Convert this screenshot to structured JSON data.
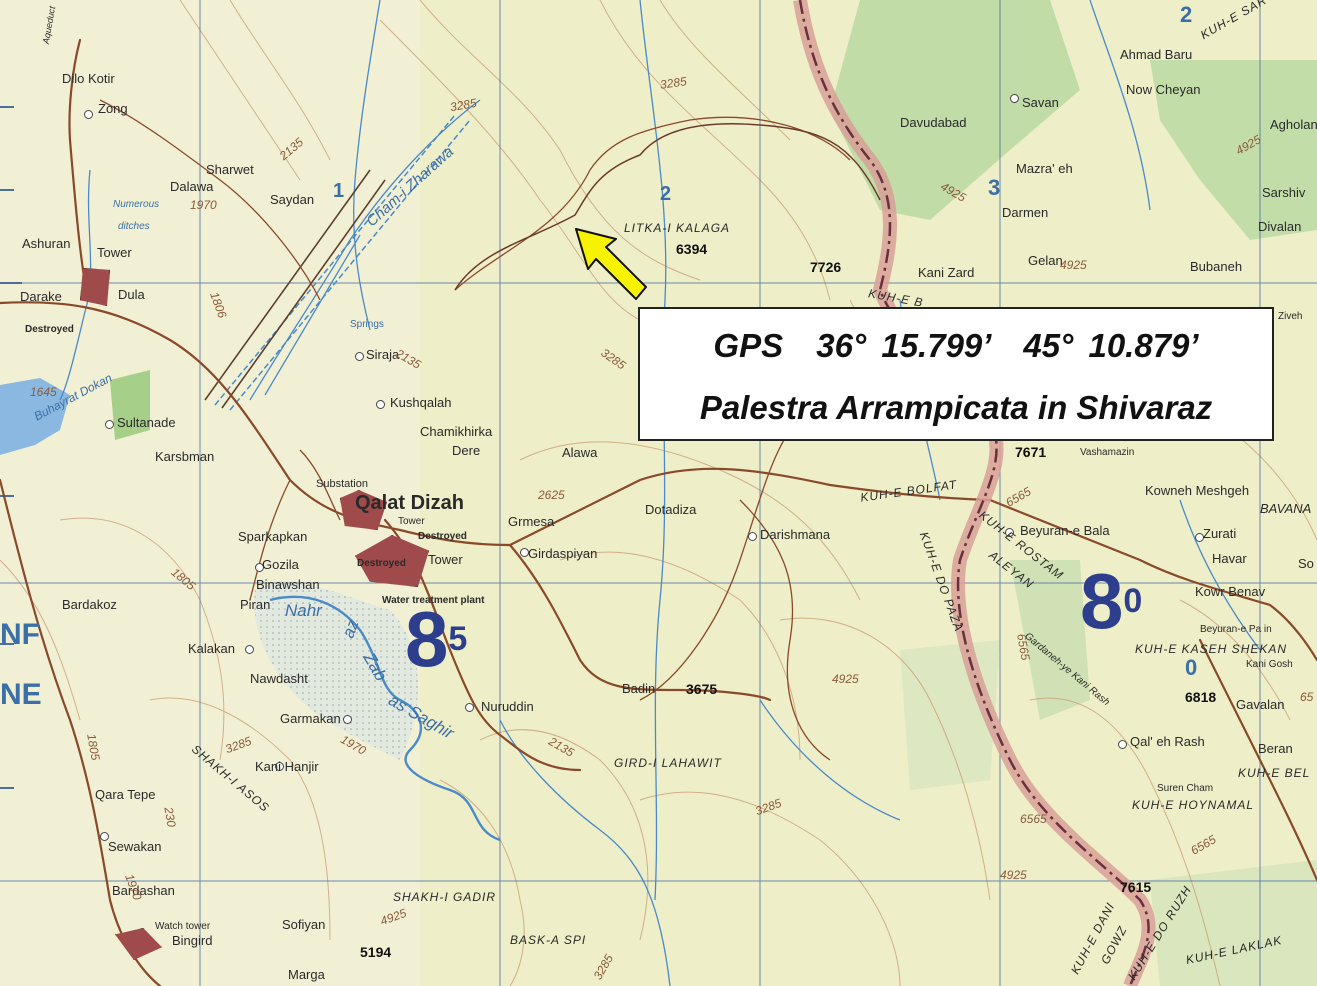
{
  "info_box": {
    "gps_label": "GPS",
    "latitude": "36° 15.799’",
    "longitude": "45° 10.879’",
    "place": "Palestra Arrampicata in Shivaraz"
  },
  "marker": {
    "icon": "yellow-arrow-icon",
    "color": "#f7f200"
  },
  "colors": {
    "terrain": "#eeeec8",
    "forest": "#b8d8a0",
    "water": "#8ab8e0",
    "road": "#8a4a2a",
    "border": "#c87870",
    "grid": "#4a6fa0"
  },
  "grid_labels": {
    "big_85_main": "8",
    "big_85_sup": "5",
    "big_80_main": "8",
    "big_80_sup": "0",
    "col_1": "1",
    "col_2": "2",
    "col_3": "3",
    "col_2_top": "2",
    "col_0": "0",
    "nf": "NF",
    "ne": "NE"
  },
  "places": {
    "aqueduct": "Aqueduct",
    "dilo_kotir": "Dilo Kotir",
    "zong": "Zong",
    "sharwet": "Sharwet",
    "dalawa": "Dalawa",
    "saydan": "Saydan",
    "numerous": "Numerous",
    "ditches": "ditches",
    "ashuran": "Ashuran",
    "tower1": "Tower",
    "darake": "Darake",
    "dula": "Dula",
    "destroyed1": "Destroyed",
    "springs": "Springs",
    "siraja": "Siraja",
    "kushqalah": "Kushqalah",
    "sultanade": "Sultanade",
    "karsbman": "Karsbman",
    "chamikhirka": "Chamikhirka",
    "dere": "Dere",
    "alawa": "Alawa",
    "substation": "Substation",
    "qalat_dizah": "Qalat Dizah",
    "tower2": "Tower",
    "destroyed2": "Destroyed",
    "grmesa": "Grmesa",
    "dotadiza": "Dotadiza",
    "darishmana": "Darishmana",
    "sparkapkan": "Sparkapkan",
    "gozila": "Gozila",
    "destroyed3": "Destroyed",
    "tower3": "Tower",
    "girdaspiyan": "Girdaspiyan",
    "binawshan": "Binawshan",
    "piran": "Piran",
    "water_treatment": "Water treatment plant",
    "bardakoz": "Bardakoz",
    "kalakan": "Kalakan",
    "nawdasht": "Nawdasht",
    "badin": "Badin",
    "garmakan": "Garmakan",
    "nuruddin": "Nuruddin",
    "kani_hanjir": "Kani Hanjir",
    "qara_tepe": "Qara Tepe",
    "sewakan": "Sewakan",
    "bardashan": "Bardashan",
    "watch_tower": "Watch tower",
    "bingird": "Bingird",
    "sofiyan": "Sofiyan",
    "marga": "Marga",
    "ahmad_baru": "Ahmad Baru",
    "savan": "Savan",
    "now_cheyan": "Now Cheyan",
    "agholan": "Agholan",
    "davudabad": "Davudabad",
    "mazraeh": "Mazra' eh",
    "sarshiv": "Sarshiv",
    "darmen": "Darmen",
    "divalan": "Divalan",
    "kani_zard": "Kani Zard",
    "gelan": "Gelan",
    "bubaneh": "Bubaneh",
    "ziveh": "Ziveh",
    "vashamazin": "Vashamazin",
    "kowneh_meshgeh": "Kowneh Meshgeh",
    "bavana": "BAVANA",
    "beyuraneh_bala": "Beyuran-e Bala",
    "zurati": "Zurati",
    "havar": "Havar",
    "kowr_benav": "Kowr Benav",
    "beyuran_pain": "Beyuran-e Pa in",
    "kani_gosh": "Kani Gosh",
    "gavalan": "Gavalan",
    "qalehrash": "Qal' eh Rash",
    "beran": "Beran",
    "suren_cham": "Suren Cham",
    "gardaneh": "Gardaneh-ye Kani Rash",
    "so": "So"
  },
  "water": {
    "buhayrat": "Buhayrat Dokan",
    "cham_zharawa": "Cham-i Zharawa",
    "nahr": "Nahr",
    "az": "az",
    "zab": "Zab",
    "saghir": "as Saghir"
  },
  "ridges": {
    "litka": "LITKA-I KALAGA",
    "kuhe_b": "KUH-E B",
    "kuhe_sarkoma": "KUH-E SAR KOMA",
    "kuhe_bolfat": "KUH-E BOLFAT",
    "kuhe_rostam": "KUH-E ROSTAM",
    "aleyan": "ALEYAN",
    "kuhe_do_paza": "KUH-E DO PAZA",
    "kuhe_kaseh": "KUH-E KASEH SHEKAN",
    "kuhe_bel": "KUH-E BEL",
    "kuhe_hoynamal": "KUH-E HOYNAMAL",
    "girdi": "GIRD-I LAHAWIT",
    "shakh_asos": "SHAKH-I ASOS",
    "shakh_gadir": "SHAKH-I GADIR",
    "bask": "BASK-A SPI",
    "kuhe_dani": "KUH-E DANI",
    "gowz": "GOWZ",
    "kuhe_do_ruzh": "KUH-E DO RUZH",
    "kuhe_laklak": "KUH-E LAKLAK"
  },
  "elevations": {
    "e6394": "6394",
    "e7726": "7726",
    "e7671": "7671",
    "e3675": "3675",
    "e6818": "6818",
    "e5194": "5194",
    "e7615": "7615"
  },
  "contours": {
    "c3285a": "3285",
    "c3285b": "3285",
    "c2135a": "2135",
    "c1970a": "1970",
    "c1806": "1806",
    "c1645": "1645",
    "c2135b": "2135",
    "c3285c": "3285",
    "c2625": "2625",
    "c1805a": "1805",
    "c1970b": "1970",
    "c3285d": "3285",
    "c2135c": "2135",
    "c4925a": "4925",
    "c4925b": "4925",
    "c6565a": "6565",
    "c6565b": "6565",
    "c4925c": "4925",
    "c1805b": "1805",
    "c230": "230",
    "c1970c": "1970",
    "c4925d": "4925",
    "c3285e": "3285",
    "c6565c": "6565",
    "c4925e": "4925",
    "c6565d": "6565",
    "c65": "65",
    "c3285f": "3285",
    "c4925f": "4925"
  }
}
